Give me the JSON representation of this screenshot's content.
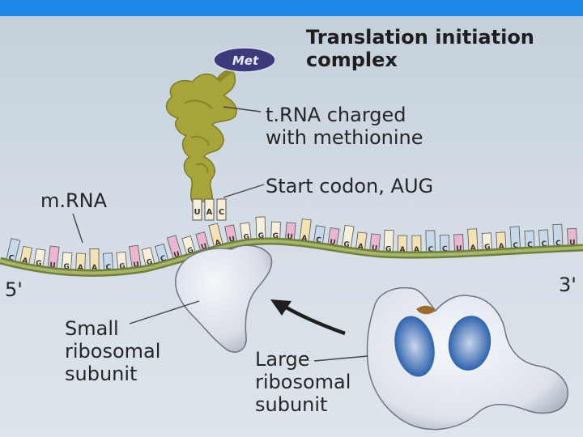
{
  "title": [
    "Translation initiation",
    "complex"
  ],
  "met_label": "Met",
  "labels": {
    "trna": [
      "t.RNA charged",
      "with methionine"
    ],
    "start_codon": "Start codon, AUG",
    "mrna": "m.RNA",
    "five_prime": "5'",
    "three_prime": "3'",
    "small_subunit": [
      "Small",
      "ribosomal",
      "subunit"
    ],
    "large_subunit": [
      "Large",
      "ribosomal",
      "subunit"
    ]
  },
  "anticodon": [
    "U",
    "A",
    "C"
  ],
  "mrna_bases": [
    "C",
    "A",
    "G",
    "U",
    "G",
    "A",
    "A",
    "C",
    "G",
    "U",
    "G",
    "C",
    "U",
    "G",
    "U",
    "A",
    "U",
    "G",
    "G",
    "G",
    "U",
    "A",
    "C",
    "U",
    "G",
    "A",
    "U",
    "G",
    "A",
    "A",
    "C",
    "C",
    "U",
    "A",
    "G",
    "A",
    "C",
    "C",
    "C",
    "C",
    "U"
  ],
  "colors": {
    "top_bar": "#1e88e5",
    "trna": "#a3a23b",
    "met": "#3d3b7a",
    "backbone": "#8a9b4e",
    "ribosome": "#e6eaf2",
    "ribosome_inner": "#3d6fb5"
  }
}
